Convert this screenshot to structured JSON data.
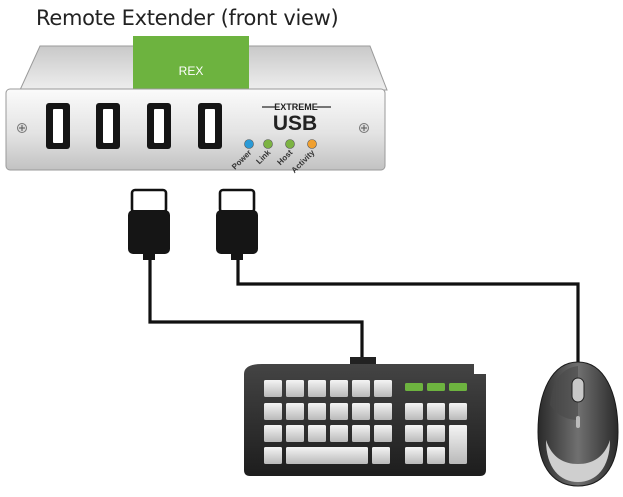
{
  "title": "Remote Extender (front view)",
  "device": {
    "tab_label": "REX",
    "brand_line1": "EXTREME",
    "brand_line2": "USB",
    "usb_port_count": 4,
    "leds": [
      {
        "label": "Power",
        "color": "#2a9ad6"
      },
      {
        "label": "Link",
        "color": "#7cb342"
      },
      {
        "label": "Host",
        "color": "#7cb342"
      },
      {
        "label": "Activity",
        "color": "#f0a030"
      }
    ],
    "accent_color": "#6db33f"
  },
  "peripherals": [
    {
      "name": "keyboard",
      "icon": "keyboard-icon"
    },
    {
      "name": "mouse",
      "icon": "mouse-icon"
    }
  ],
  "cables": [
    {
      "from": "usb-port-1",
      "to": "keyboard"
    },
    {
      "from": "usb-port-2",
      "to": "mouse"
    }
  ]
}
